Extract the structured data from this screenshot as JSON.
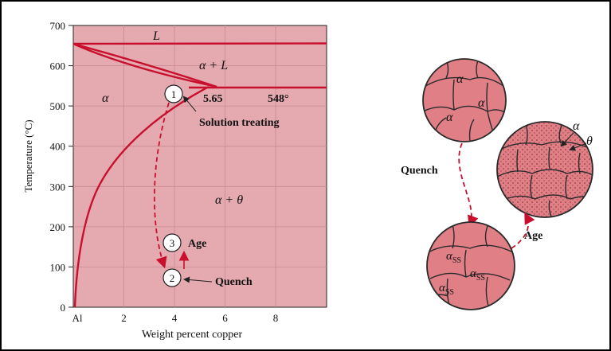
{
  "colors": {
    "plot_bg": "#e5a9b0",
    "grid": "#c98a92",
    "curve": "#c8102e",
    "grain_fill": "#e07f86",
    "grain_line": "#2a2a2a",
    "arrow": "#c8102e"
  },
  "phase_diagram": {
    "ylabel": "Temperature (°C)",
    "xlabel": "Weight percent copper",
    "y_ticks": [
      "0",
      "100",
      "200",
      "300",
      "400",
      "500",
      "600",
      "700"
    ],
    "x_ticks": [
      "Al",
      "2",
      "4",
      "6",
      "8"
    ],
    "region_L": "L",
    "region_alpha_L": "α + L",
    "region_alpha": "α",
    "region_alpha_theta": "α + θ",
    "eutectic_comp": "5.65",
    "eutectic_temp": "548°",
    "step1_num": "1",
    "step1_label": "Solution treating",
    "step2_num": "2",
    "step2_label": "Quench",
    "step3_num": "3",
    "step3_label": "Age"
  },
  "microstructures": {
    "top_grain_1": "α",
    "top_grain_2": "α",
    "top_grain_3": "α",
    "quench_label": "Quench",
    "age_label": "Age",
    "aged_alpha": "α",
    "aged_theta": "θ",
    "ss_1": "αSS",
    "ss_2": "αSS",
    "ss_3": "αSS",
    "ss_base": "α",
    "ss_sub": "SS"
  }
}
